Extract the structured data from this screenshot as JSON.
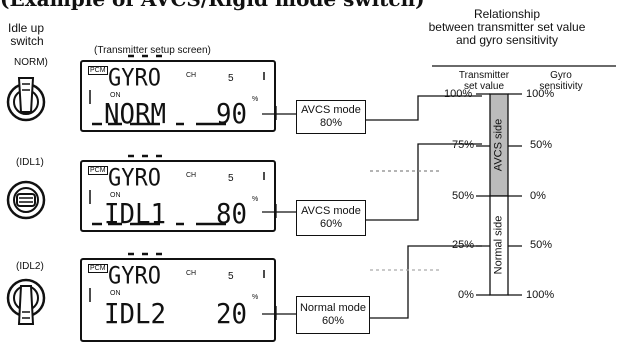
{
  "title_partial": "(Example of AVCS/Rigid mode switch)",
  "left_heading": [
    "Idle up",
    "switch"
  ],
  "setup_caption": "(Transmitter setup screen)",
  "switch_labels": [
    "NORM)",
    "(IDL1)",
    "(IDL2)"
  ],
  "screens": [
    {
      "badge": "PCM",
      "name": "GYRO",
      "on": "ON",
      "ch": "CH",
      "chnum": "5",
      "mode": "NORM",
      "value": "90",
      "pct": "%"
    },
    {
      "badge": "PCM",
      "name": "GYRO",
      "on": "ON",
      "ch": "CH",
      "chnum": "5",
      "mode": "IDL1",
      "value": "80",
      "pct": "%"
    },
    {
      "badge": "PCM",
      "name": "GYRO",
      "on": "ON",
      "ch": "CH",
      "chnum": "5",
      "mode": "IDL2",
      "value": "20",
      "pct": "%"
    }
  ],
  "mode_boxes": [
    {
      "line1": "AVCS mode",
      "line2": "80%"
    },
    {
      "line1": "AVCS mode",
      "line2": "60%"
    },
    {
      "line1": "Normal mode",
      "line2": "60%"
    }
  ],
  "relationship": {
    "title": [
      "Relationship",
      "between transmitter set value",
      "and gyro sensitivity"
    ],
    "col_left": [
      "Transmitter",
      "set value"
    ],
    "col_right": [
      "Gyro",
      "sensitivity"
    ],
    "left_ticks": [
      "100%",
      "75%",
      "50%",
      "25%",
      "0%"
    ],
    "right_ticks": [
      "100%",
      "50%",
      "0%",
      "50%",
      "100%"
    ],
    "avcs_side": "AVCS side",
    "normal_side": "Normal side"
  }
}
